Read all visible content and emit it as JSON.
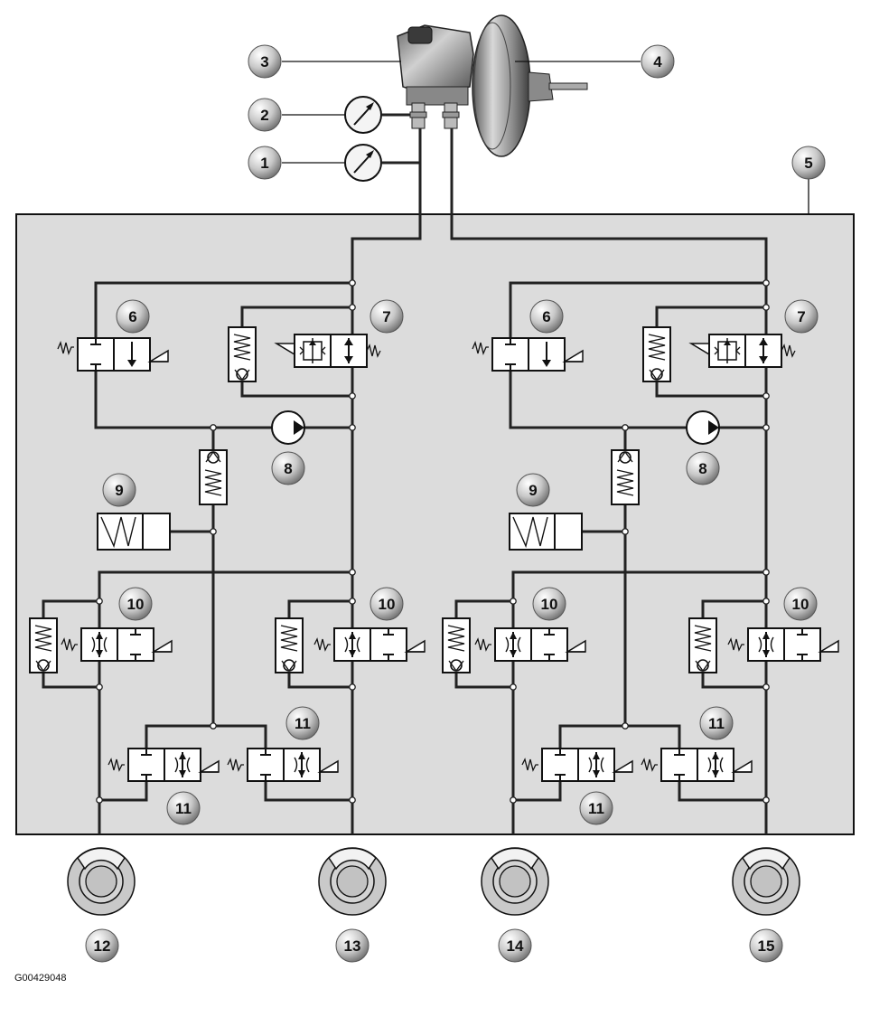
{
  "figure_code": "G00429048",
  "callouts": {
    "c1": "1",
    "c2": "2",
    "c3": "3",
    "c4": "4",
    "c5": "5",
    "c6": "6",
    "c7": "7",
    "c8": "8",
    "c9": "9",
    "c10": "10",
    "c11": "11",
    "c12": "12",
    "c13": "13",
    "c14": "14",
    "c15": "15"
  }
}
